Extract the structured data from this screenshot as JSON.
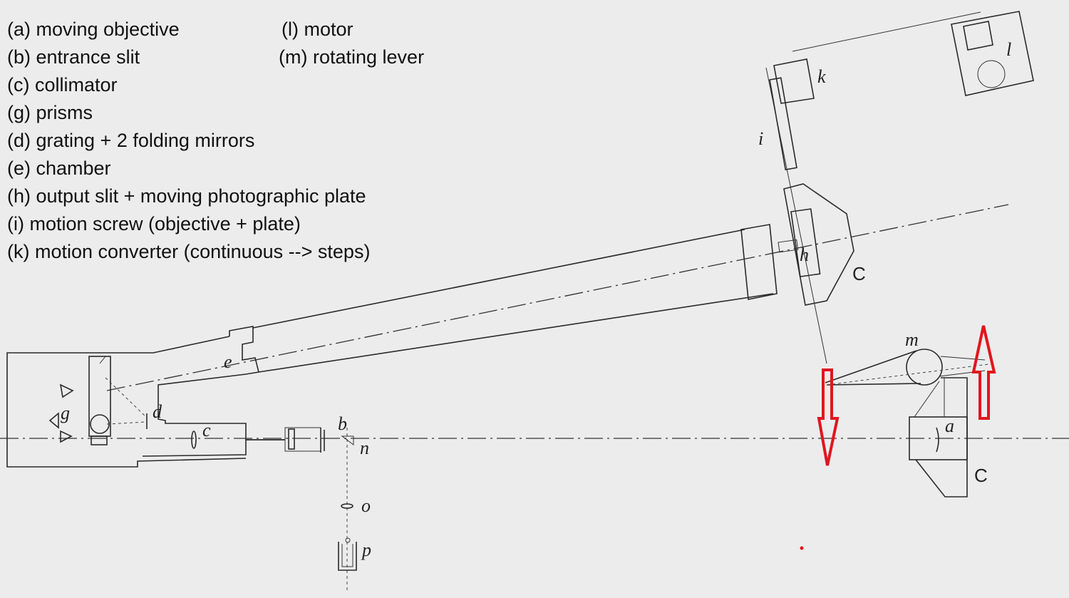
{
  "legend": {
    "left": [
      "(a) moving objective",
      "(b) entrance slit",
      "(c) collimator",
      "(g) prisms",
      "(d) grating + 2 folding mirrors",
      "(e) chamber",
      "(h) output slit + moving photographic plate",
      "(i) motion screw (objective + plate)",
      "(k) motion converter (continuous --> steps)"
    ],
    "right": [
      "(l) motor",
      "(m) rotating lever"
    ]
  },
  "diagram_labels": {
    "a": "a",
    "b": "b",
    "c": "c",
    "d": "d",
    "e": "e",
    "g": "g",
    "h": "h",
    "i": "i",
    "k": "k",
    "l": "l",
    "m": "m",
    "n": "n",
    "o": "o",
    "p": "p",
    "C_upper": "C",
    "C_lower": "C"
  },
  "colors": {
    "arrow": "#e0161e",
    "paper": "#ececec",
    "ink": "#2a2a2a"
  }
}
